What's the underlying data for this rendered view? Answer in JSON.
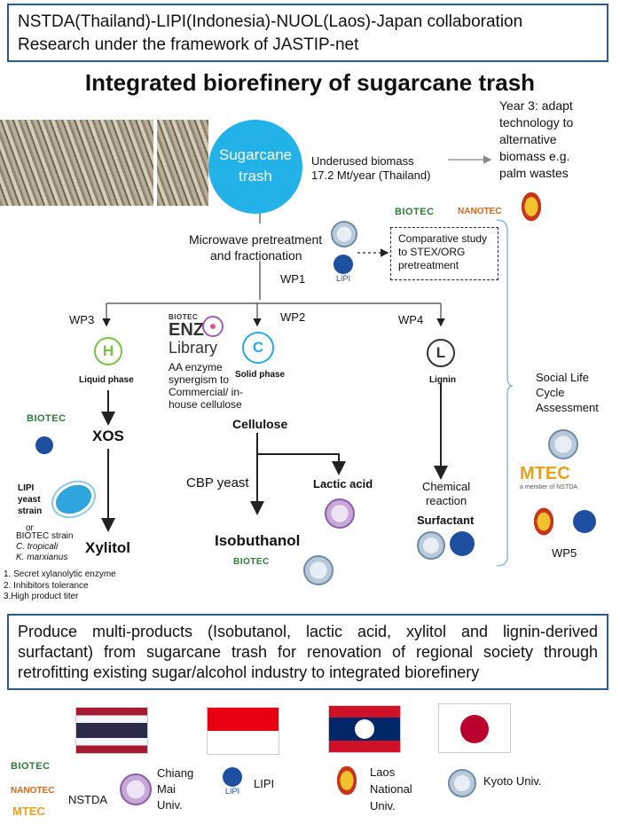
{
  "header": {
    "line1": "NSTDA(Thailand)-LIPI(Indonesia)-NUOL(Laos)-Japan collaboration",
    "line2": "Research under the framework of JASTIP-net"
  },
  "title": "Integrated biorefinery of sugarcane trash",
  "top": {
    "circle_line1": "Sugarcane",
    "circle_line2": "trash",
    "biomass_line1": "Underused biomass",
    "biomass_line2": "17.2 Mt/year (Thailand)",
    "year3_lines": [
      "Year 3: adapt",
      "technology to",
      "alternative",
      "biomass e.g.",
      "palm wastes"
    ]
  },
  "pretreatment": {
    "line1": "Microwave pretreatment",
    "line2": "and fractionation",
    "wp1": "WP1",
    "comparative_lines": [
      "Comparative study",
      "to STEX/ORG",
      "pretreatment"
    ]
  },
  "branches": {
    "wp3": "WP3",
    "wp2": "WP2",
    "wp4": "WP4",
    "h_letter": "H",
    "h_label": "Liquid phase",
    "c_letter": "C",
    "c_label": "Solid phase",
    "l_letter": "L",
    "l_label": "Lignin",
    "enz_biotec": "BIOTEC",
    "enz_title": "ENZ",
    "enz_library": "Library",
    "aa_lines": [
      "AA enzyme",
      "synergism to",
      "Commercial/ in-",
      "house cellulose"
    ],
    "xos": "XOS",
    "cellulose": "Cellulose",
    "yeast_lines": [
      "LIPI",
      "yeast",
      "strain"
    ],
    "or": "or",
    "biotec_strain": "BIOTEC strain",
    "c_tropicali": "C. tropicali",
    "k_marxianus": "K. marxianus",
    "xylitol": "Xylitol",
    "notes": [
      "1. Secret xylanolytic enzyme",
      "2. Inhibitors tolerance",
      "3.High product titer"
    ],
    "cbp_yeast": "CBP yeast",
    "isobutanol": "Isobuthanol",
    "lactic_acid": "Lactic acid",
    "chemical_reaction_lines": [
      "Chemical",
      "reaction"
    ],
    "surfactant": "Surfactant"
  },
  "side": {
    "slca_lines": [
      "Social Life",
      "Cycle",
      "Assessment"
    ],
    "wp5": "WP5"
  },
  "logos": {
    "biotec": "BIOTEC",
    "nanotec": "NANOTEC",
    "mtec": "MTEC",
    "mtec_sub": "a member of NSTDA",
    "lipi": "LIPI"
  },
  "summary": "Produce multi-products (Isobutanol, lactic acid, xylitol and lignin-derived surfactant) from sugarcane trash for renovation of regional society through retrofitting existing sugar/alcohol industry to integrated biorefinery",
  "partners": {
    "nstda": "NSTDA",
    "chiang_mai_lines": [
      "Chiang",
      "Mai",
      "Univ."
    ],
    "lipi": "LIPI",
    "laos_lines": [
      "Laos",
      "National",
      "Univ."
    ],
    "kyoto": "Kyoto Univ."
  },
  "colors": {
    "accent_blue": "#22b2e8",
    "box_border": "#2e5a8a",
    "h_green": "#7cc242",
    "c_blue": "#2aa8e0",
    "l_dark": "#333333",
    "thai_red": "#a51931",
    "thai_blue": "#2d2a4a",
    "laos_red": "#ce1126",
    "laos_blue": "#002868",
    "japan_red": "#bc002d"
  }
}
